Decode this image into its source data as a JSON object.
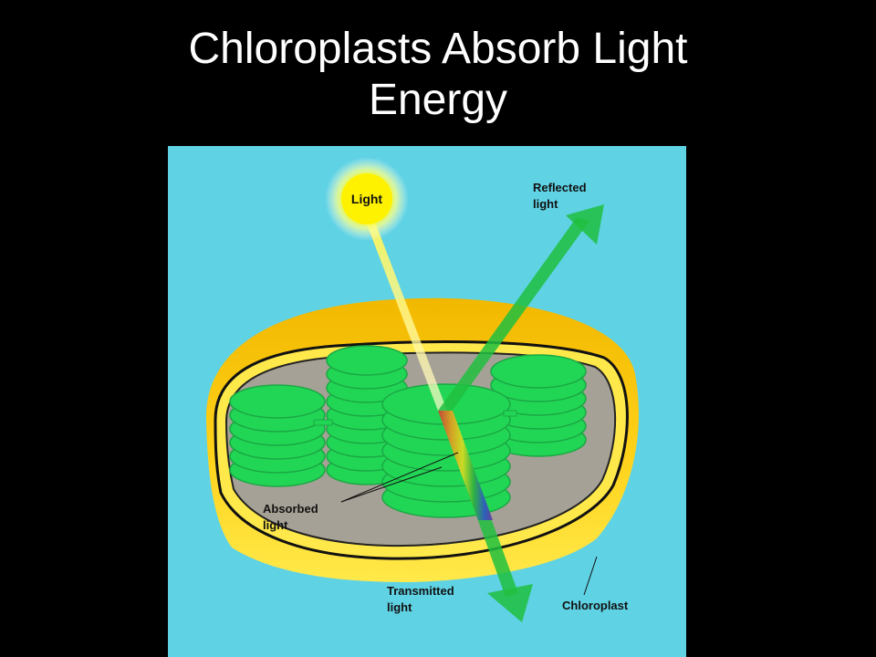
{
  "slide": {
    "title_line1": "Chloroplasts Absorb Light",
    "title_line2": "Energy"
  },
  "diagram": {
    "labels": {
      "sun": "Light",
      "reflected_line1": "Reflected",
      "reflected_line2": "light",
      "absorbed_line1": "Absorbed",
      "absorbed_line2": "light",
      "transmitted_line1": "Transmitted",
      "transmitted_line2": "light",
      "chloroplast": "Chloroplast"
    },
    "colors": {
      "background": "#5fd2e4",
      "sun": "#fff200",
      "outer_envelope": "#f5c400",
      "inner_envelope": "#ffe94a",
      "stroma": "#a6a196",
      "thylakoid": "#22d655",
      "thylakoid_edge": "#1aa844",
      "arrow": "#20c040",
      "membrane": "#111111"
    }
  }
}
